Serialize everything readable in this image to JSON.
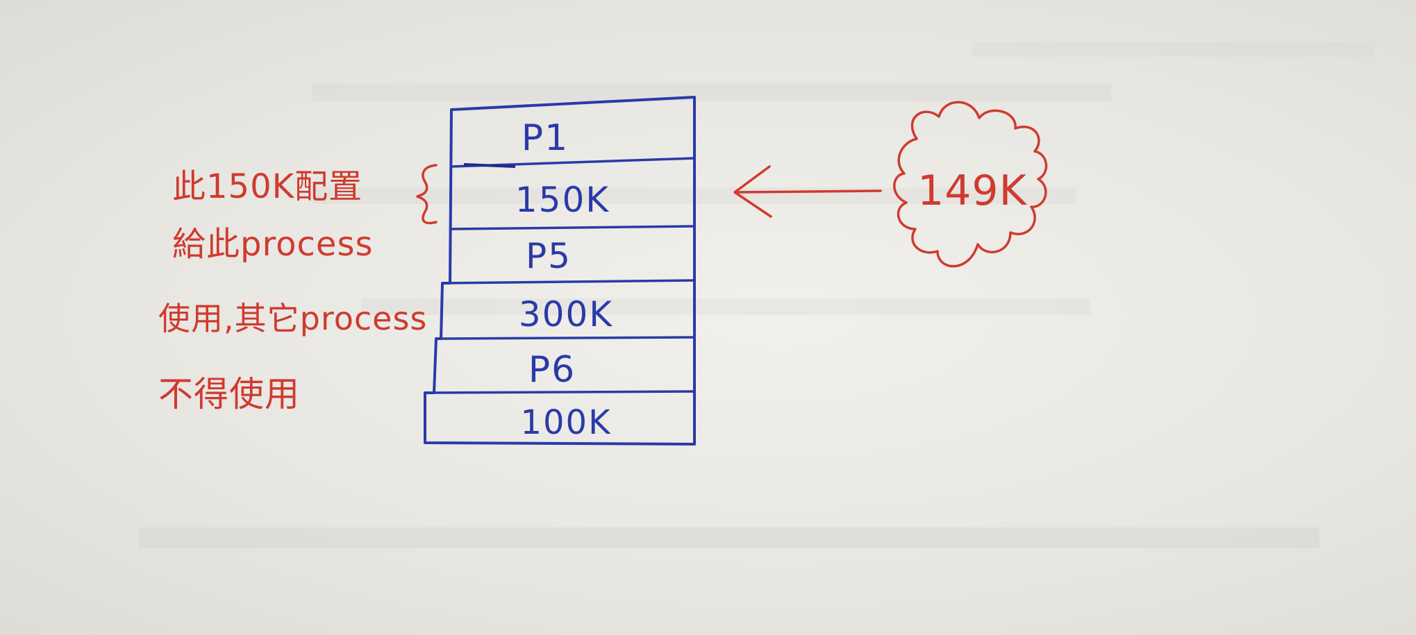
{
  "memory_blocks": [
    {
      "label": "P1",
      "kind": "process"
    },
    {
      "label": "150K",
      "kind": "free"
    },
    {
      "label": "P5",
      "kind": "process"
    },
    {
      "label": "300K",
      "kind": "free"
    },
    {
      "label": "P6",
      "kind": "process"
    },
    {
      "label": "100K",
      "kind": "free"
    }
  ],
  "annotation_lines": [
    "此150K配置",
    "給此process",
    "使用,其它process",
    "不得使用"
  ],
  "request": {
    "size_label": "149K"
  },
  "colors": {
    "ink_blue": "#2a3aa8",
    "ink_red": "#d03a2f",
    "paper": "#ecebe6"
  },
  "icons": {
    "brace": "left-curly-brace-icon",
    "arrow": "arrow-left-icon",
    "cloud": "cloud-icon"
  }
}
